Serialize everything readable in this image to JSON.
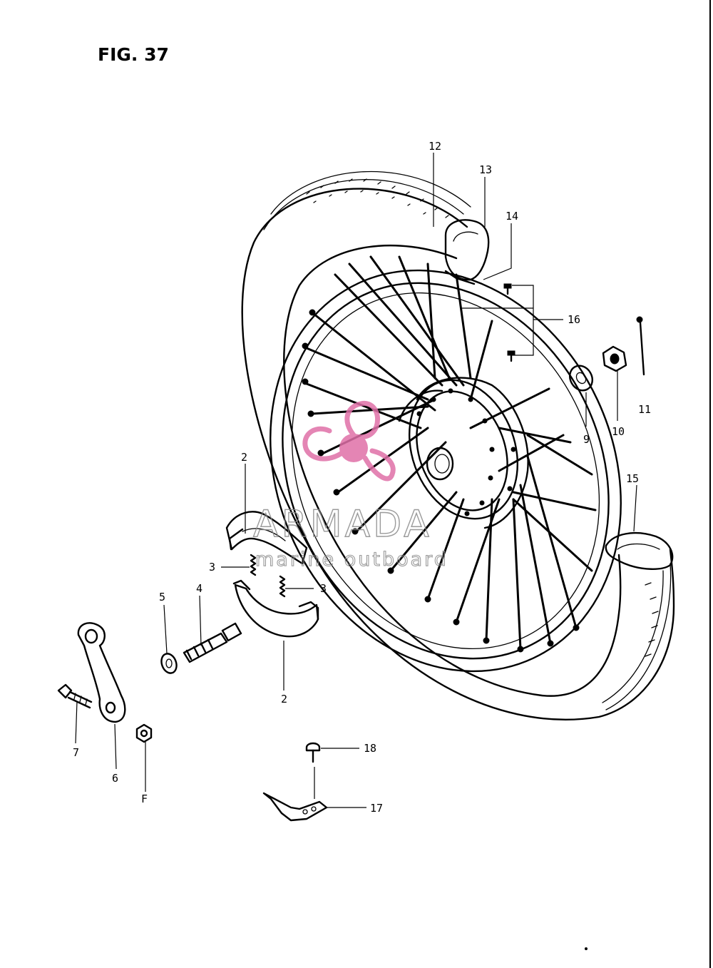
{
  "figure": {
    "title": "FIG. 37"
  },
  "callouts": {
    "c1": "2",
    "c2": "2",
    "c3": "3",
    "c4": "3",
    "c5": "4",
    "c6": "5",
    "c7": "6",
    "c8": "7",
    "c9": "F",
    "c10": "9",
    "c11": "10",
    "c12": "11",
    "c13": "12",
    "c14": "13",
    "c15": "14",
    "c16": "15",
    "c17": "16",
    "c18": "17",
    "c19": "18"
  },
  "watermark": {
    "title": "ARMADA",
    "subtitle": "marine outboard",
    "color": "#e070a8"
  },
  "colors": {
    "ink": "#000000",
    "paper": "#ffffff",
    "watermark_text": "#8a8a8a"
  }
}
